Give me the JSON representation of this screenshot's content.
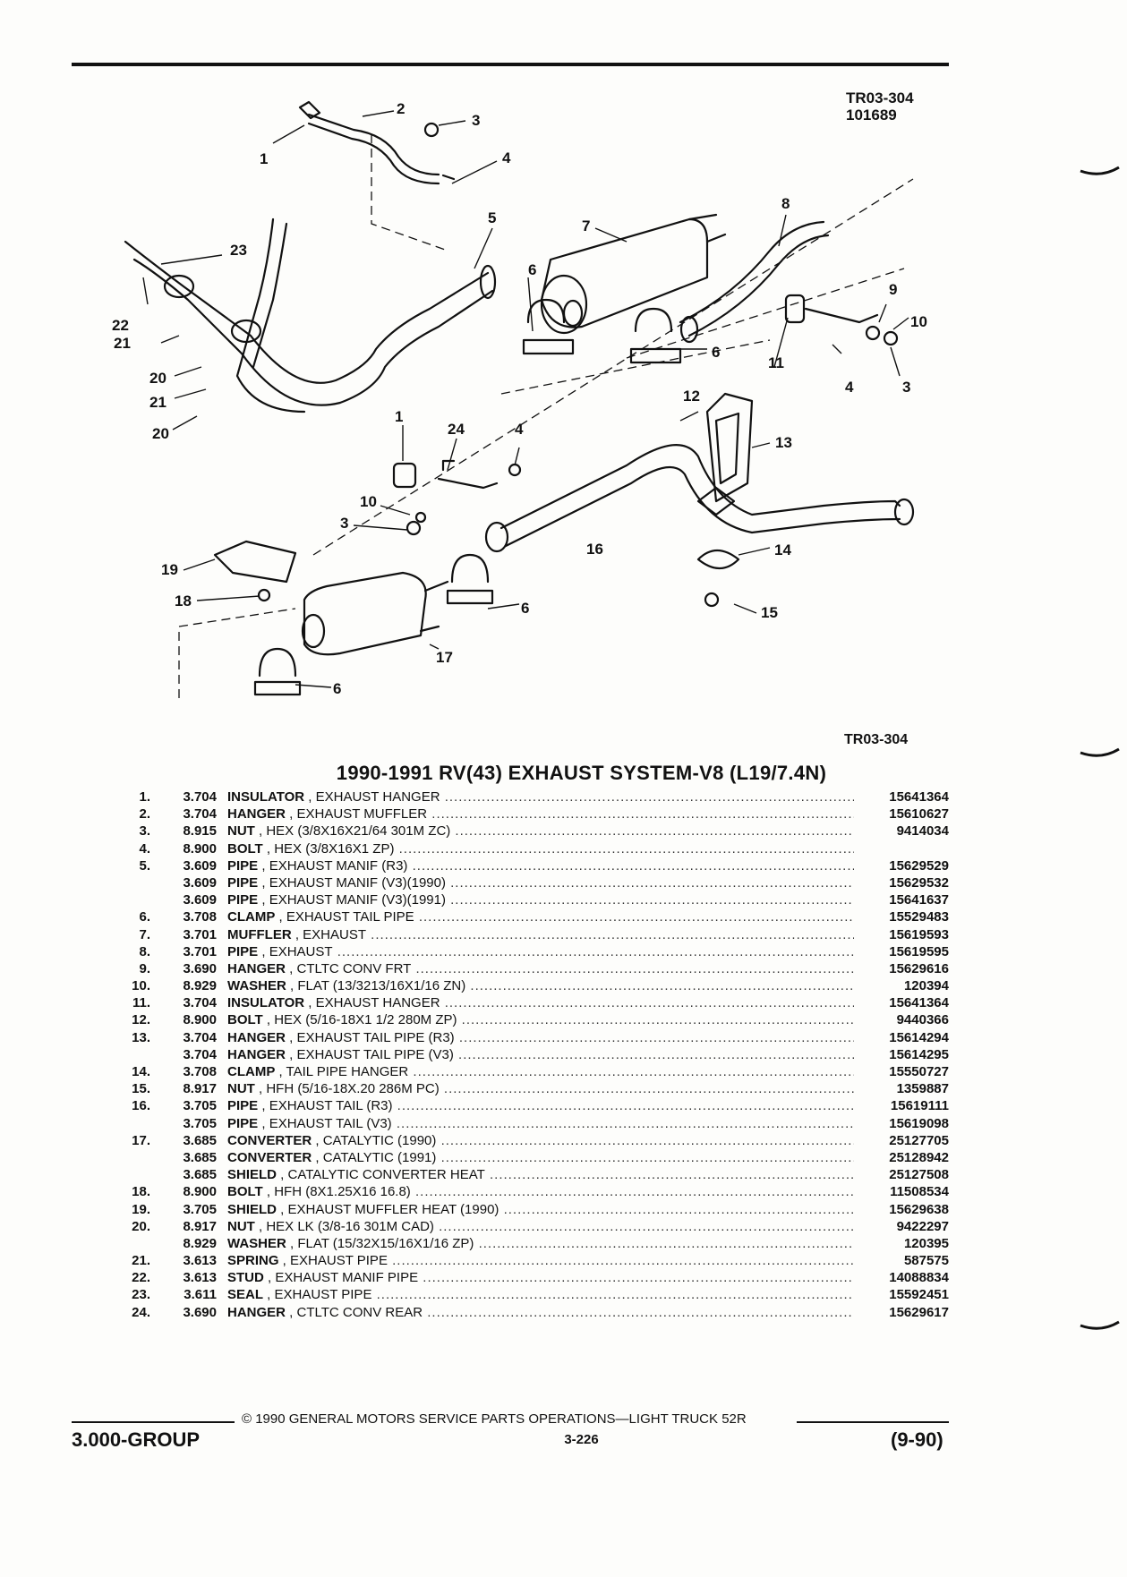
{
  "figure": {
    "code": "TR03-304",
    "date_code": "101689",
    "bottom_code": "TR03-304",
    "callouts": [
      "1",
      "2",
      "3",
      "4",
      "5",
      "6",
      "7",
      "8",
      "9",
      "10",
      "11",
      "12",
      "13",
      "14",
      "15",
      "16",
      "17",
      "18",
      "19",
      "20",
      "21",
      "22",
      "23",
      "24"
    ]
  },
  "title": "1990-1991 RV(43) EXHAUST SYSTEM-V8 (L19/7.4N)",
  "parts": [
    {
      "num": "1.",
      "grp": "3.704",
      "name": "INSULATOR",
      "desc": " , EXHAUST HANGER",
      "pn": "15641364"
    },
    {
      "num": "2.",
      "grp": "3.704",
      "name": "HANGER",
      "desc": " , EXHAUST MUFFLER",
      "pn": "15610627"
    },
    {
      "num": "3.",
      "grp": "8.915",
      "name": "NUT",
      "desc": " , HEX (3/8X16X21/64 301M ZC)",
      "pn": "9414034"
    },
    {
      "num": "4.",
      "grp": "8.900",
      "name": "BOLT",
      "desc": " , HEX (3/8X16X1 ZP)",
      "pn": ""
    },
    {
      "num": "5.",
      "grp": "3.609",
      "name": "PIPE",
      "desc": " , EXHAUST MANIF (R3)",
      "pn": "15629529"
    },
    {
      "num": "",
      "grp": "3.609",
      "name": "PIPE",
      "desc": " , EXHAUST MANIF (V3)(1990)",
      "pn": "15629532"
    },
    {
      "num": "",
      "grp": "3.609",
      "name": "PIPE",
      "desc": " , EXHAUST MANIF (V3)(1991)",
      "pn": "15641637"
    },
    {
      "num": "6.",
      "grp": "3.708",
      "name": "CLAMP",
      "desc": " , EXHAUST TAIL PIPE",
      "pn": "15529483"
    },
    {
      "num": "7.",
      "grp": "3.701",
      "name": "MUFFLER",
      "desc": " , EXHAUST",
      "pn": "15619593"
    },
    {
      "num": "8.",
      "grp": "3.701",
      "name": "PIPE",
      "desc": " , EXHAUST",
      "pn": "15619595"
    },
    {
      "num": "9.",
      "grp": "3.690",
      "name": "HANGER",
      "desc": " , CTLTC CONV FRT",
      "pn": "15629616"
    },
    {
      "num": "10.",
      "grp": "8.929",
      "name": "WASHER",
      "desc": " , FLAT (13/3213/16X1/16 ZN)",
      "pn": "120394"
    },
    {
      "num": "11.",
      "grp": "3.704",
      "name": "INSULATOR",
      "desc": " , EXHAUST HANGER",
      "pn": "15641364"
    },
    {
      "num": "12.",
      "grp": "8.900",
      "name": "BOLT",
      "desc": " , HEX (5/16-18X1 1/2 280M ZP)",
      "pn": "9440366"
    },
    {
      "num": "13.",
      "grp": "3.704",
      "name": "HANGER",
      "desc": " , EXHAUST TAIL PIPE (R3)",
      "pn": "15614294"
    },
    {
      "num": "",
      "grp": "3.704",
      "name": "HANGER",
      "desc": " , EXHAUST TAIL PIPE (V3)",
      "pn": "15614295"
    },
    {
      "num": "14.",
      "grp": "3.708",
      "name": "CLAMP",
      "desc": " , TAIL PIPE HANGER",
      "pn": "15550727"
    },
    {
      "num": "15.",
      "grp": "8.917",
      "name": "NUT",
      "desc": " , HFH (5/16-18X.20 286M PC)",
      "pn": "1359887"
    },
    {
      "num": "16.",
      "grp": "3.705",
      "name": "PIPE",
      "desc": " , EXHAUST TAIL (R3)",
      "pn": "15619111"
    },
    {
      "num": "",
      "grp": "3.705",
      "name": "PIPE",
      "desc": " , EXHAUST TAIL (V3)",
      "pn": "15619098"
    },
    {
      "num": "17.",
      "grp": "3.685",
      "name": "CONVERTER",
      "desc": " , CATALYTIC (1990)",
      "pn": "25127705"
    },
    {
      "num": "",
      "grp": "3.685",
      "name": "CONVERTER",
      "desc": " , CATALYTIC (1991)",
      "pn": "25128942"
    },
    {
      "num": "",
      "grp": "3.685",
      "name": "SHIELD",
      "desc": " , CATALYTIC CONVERTER HEAT",
      "pn": "25127508"
    },
    {
      "num": "18.",
      "grp": "8.900",
      "name": "BOLT",
      "desc": " , HFH (8X1.25X16 16.8)",
      "pn": "11508534"
    },
    {
      "num": "19.",
      "grp": "3.705",
      "name": "SHIELD",
      "desc": " , EXHAUST MUFFLER HEAT (1990)",
      "pn": "15629638"
    },
    {
      "num": "20.",
      "grp": "8.917",
      "name": "NUT",
      "desc": " , HEX LK (3/8-16 301M CAD)",
      "pn": "9422297"
    },
    {
      "num": "",
      "grp": "8.929",
      "name": "WASHER",
      "desc": " , FLAT (15/32X15/16X1/16 ZP)",
      "pn": "120395"
    },
    {
      "num": "21.",
      "grp": "3.613",
      "name": "SPRING",
      "desc": " , EXHAUST PIPE",
      "pn": "587575"
    },
    {
      "num": "22.",
      "grp": "3.613",
      "name": "STUD",
      "desc": " , EXHAUST MANIF PIPE",
      "pn": "14088834"
    },
    {
      "num": "23.",
      "grp": "3.611",
      "name": "SEAL",
      "desc": " , EXHAUST PIPE",
      "pn": "15592451"
    },
    {
      "num": "24.",
      "grp": "3.690",
      "name": "HANGER",
      "desc": " , CTLTC CONV REAR",
      "pn": "15629617"
    }
  ],
  "footer": {
    "copyright": "© 1990 GENERAL MOTORS SERVICE PARTS OPERATIONS—LIGHT TRUCK 52R",
    "group": "3.000-GROUP",
    "page": "3-226",
    "date": "(9-90)"
  }
}
